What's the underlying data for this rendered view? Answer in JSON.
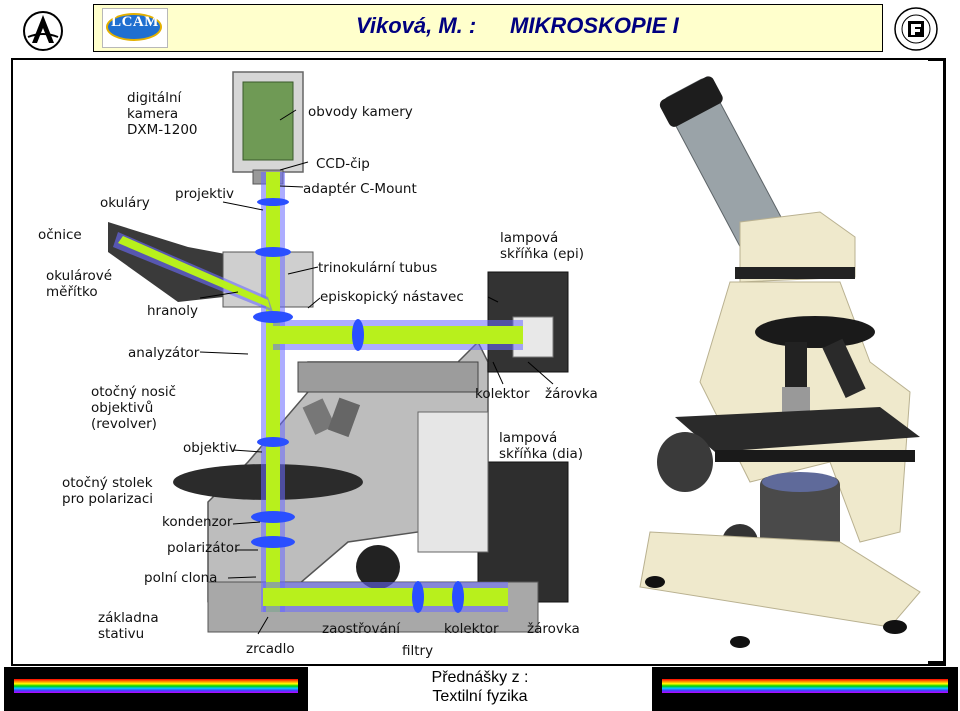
{
  "header": {
    "author": "Viková, M. :",
    "title": "MIKROSKOPIE I",
    "lcam_logo": "LCAM",
    "left_logo_icon": "university-emblem-icon",
    "right_logo_icon": "faculty-seal-icon"
  },
  "diagram_labels": {
    "camera": "digitální\nkamera\nDXM-1200",
    "camera_circuits": "obvody kamery",
    "ccd": "CCD-čip",
    "adapter": "adaptér C-Mount",
    "projector": "projektiv",
    "eyepieces": "okuláry",
    "eyecups": "očnice",
    "eyepiece_scale": "okulárové\nměřítko",
    "prisms": "hranoly",
    "trinocular": "trinokulární tubus",
    "lamp_epi": "lampová\nskříňka (epi)",
    "episcopic": "episkopický nástavec",
    "analyzer": "analyzátor",
    "revolver": "otočný nosič\nobjektivů\n(revolver)",
    "collector_top": "kolektor",
    "bulb_top": "žárovka",
    "objective": "objektiv",
    "lamp_dia": "lampová\nskříňka (dia)",
    "stage": "otočný stolek\npro polarizaci",
    "condenser": "kondenzor",
    "polarizer": "polarizátor",
    "aperture": "polní clona",
    "base": "základna\nstativu",
    "focusing": "zaostřování",
    "collector_bottom": "kolektor",
    "bulb_bottom": "žárovka",
    "mirror": "zrcadlo",
    "filters": "filtry"
  },
  "footer": {
    "line1": "Přednášky z :",
    "line2": "Textilní fyzika"
  }
}
